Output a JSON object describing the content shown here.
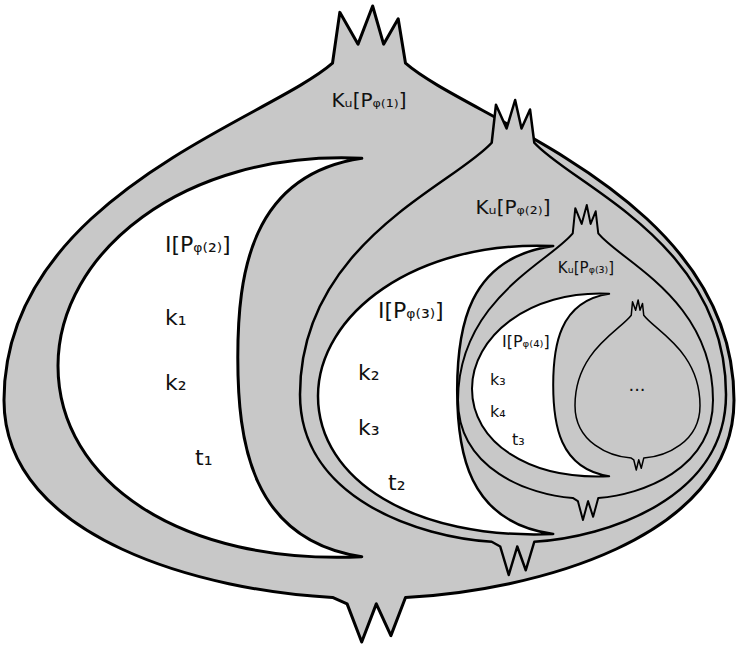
{
  "diagram": {
    "nodes": [
      {
        "text": [
          "Kᵤ[Pᵩ₍₁₎]"
        ]
      },
      {
        "text": [
          "I[Pᵩ₍₂₎]",
          "k₁",
          "k₂",
          "t₁"
        ],
        "in": 0
      },
      {
        "text": [
          "Kᵤ[Pᵩ₍₂₎]"
        ],
        "in": 0
      },
      {
        "text": [
          "I[Pᵩ₍₃₎]",
          "k₂",
          "k₃",
          "t₂"
        ],
        "in": 2
      },
      {
        "text": [
          "Kᵤ[Pᵩ₍₃₎]"
        ],
        "in": 2
      },
      {
        "text": [
          "I[Pᵩ₍₄₎]",
          "k₃",
          "k₄",
          "t₃"
        ],
        "in": 4
      },
      {
        "text": [
          "..."
        ],
        "in": 4
      }
    ]
  }
}
